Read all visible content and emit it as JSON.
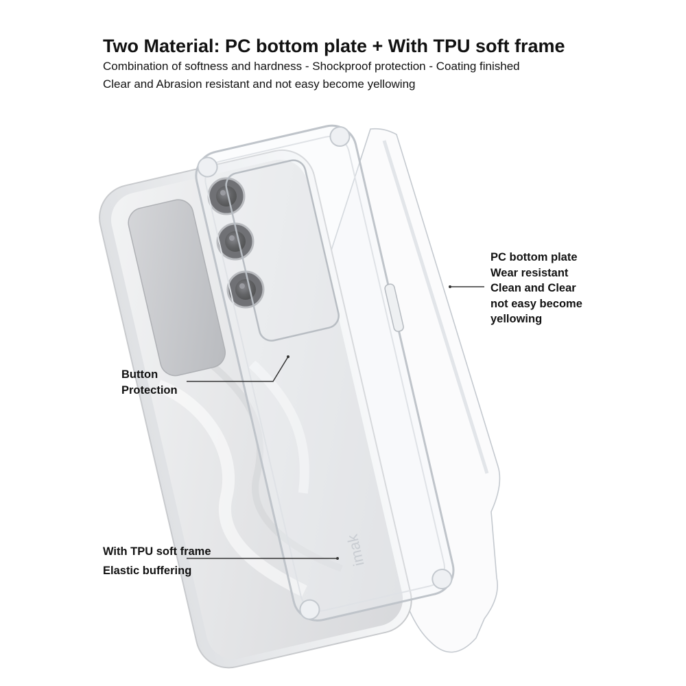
{
  "header": {
    "title": "Two Material:  PC bottom plate + With TPU soft frame",
    "subtitle_line1": "Combination of softness and hardness - Shockproof protection - Coating finished",
    "subtitle_line2": "Clear and Abrasion resistant and not easy become yellowing"
  },
  "callouts": {
    "pc_plate": {
      "lines": [
        "PC bottom plate",
        "Wear resistant",
        "Clean and Clear",
        "not easy become",
        "yellowing"
      ]
    },
    "button": {
      "lines": [
        "Button",
        "Protection"
      ]
    },
    "tpu_frame": {
      "lines": [
        "With TPU soft frame",
        "Elastic buffering"
      ]
    }
  },
  "case_brand": "imak",
  "colors": {
    "text": "#111111",
    "phone_body": "#e6e7e9",
    "camera_module": "#c9cacd",
    "lens": "#1a1a1c",
    "case_edge": "#c4c9cf"
  }
}
